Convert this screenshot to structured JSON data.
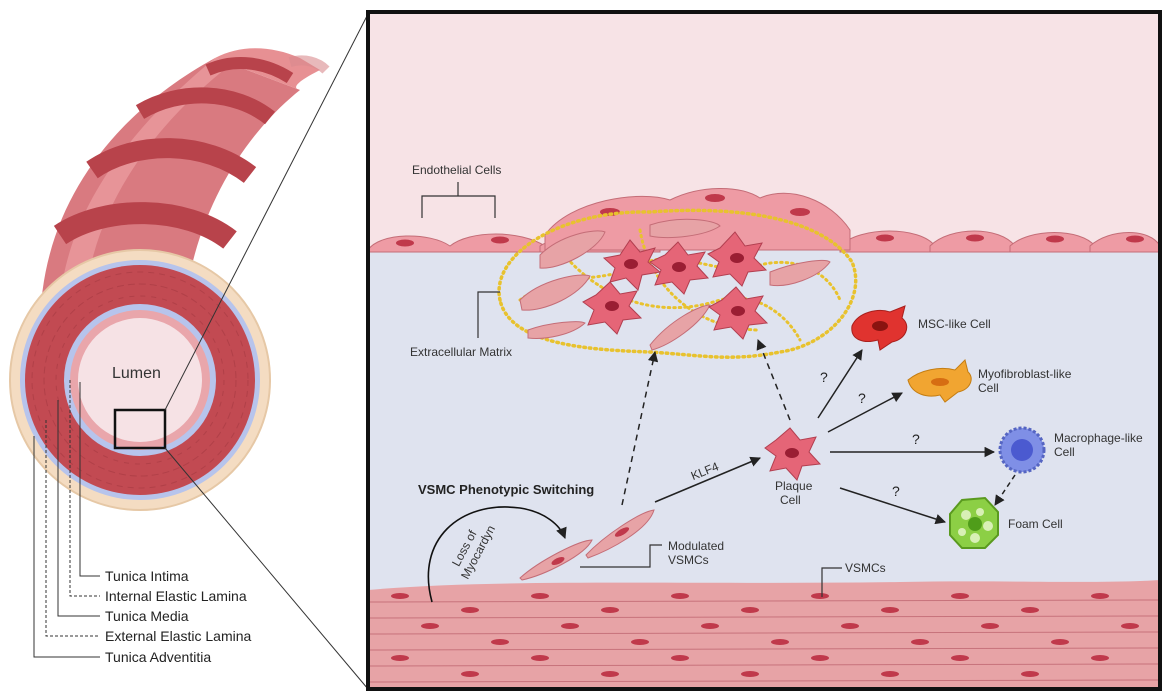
{
  "colors": {
    "lumen_fill": "#f6e2e5",
    "endo_bg": "#f7e3e6",
    "intima_space": "#dfe3ef",
    "media_red": "#c24a52",
    "vsmc_fill": "#e7a3a6",
    "vsmc_nucleus": "#c0394b",
    "ecm_dots": "#e8c22e",
    "adventitia": "#f4dcc2",
    "elastic_lamina": "#aebde8",
    "frame": "#111111",
    "msc_cell": "#e0332f",
    "myofibroblast_cell": "#f1a531",
    "macrophage_cell": "#7f8fe6",
    "foam_cell": "#8ccf45",
    "plaque_cell": "#e56577"
  },
  "vessel": {
    "lumen_label": "Lumen",
    "layers": [
      "Tunica Intima",
      "Internal Elastic Lamina",
      "Tunica Media",
      "External Elastic Lamina",
      "Tunica Adventitia"
    ]
  },
  "detail": {
    "endothelial_label": "Endothelial Cells",
    "ecm_label": "Extracellular Matrix",
    "switching_title": "VSMC Phenotypic Switching",
    "loss_label_1": "Loss of",
    "loss_label_2": "Myocardyn",
    "modulated_label_1": "Modulated",
    "modulated_label_2": "VSMCs",
    "vsmcs_label": "VSMCs",
    "klf4_label": "KLF4",
    "plaque_label_1": "Plaque",
    "plaque_label_2": "Cell",
    "question_mark": "?",
    "fates": {
      "msc": "MSC-like Cell",
      "myo_1": "Myofibroblast-like",
      "myo_2": "Cell",
      "macro_1": "Macrophage-like",
      "macro_2": "Cell",
      "foam": "Foam Cell"
    }
  }
}
